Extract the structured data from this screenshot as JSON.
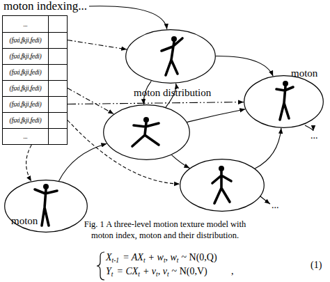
{
  "diagram": {
    "caption": "Fig. 1 A three-level motion texture model with moton index, moton and their distribution.",
    "nodes": [
      {
        "text": [
          "moton indexing...",
          "...",
          "(fsxi,fkji,fedi)",
          "(fsxi,fkji,fedi)",
          "(fsxi,fkji,fedi)",
          "(fsxi,fkji,fedi)",
          "(fsxi,fkji,fedi)",
          "(fsxi,fkji,fedi)",
          "..."
        ]
      },
      {
        "text": []
      },
      {
        "text": [
          "moton"
        ]
      },
      {
        "text": []
      },
      {
        "text": []
      },
      {
        "text": [
          "moton"
        ]
      }
    ],
    "edges": [
      {
        "from": 0,
        "to": 1,
        "arrow": "to"
      },
      {
        "from": 0,
        "to": 1,
        "arrow": "to"
      },
      {
        "from": 0,
        "to": 3,
        "arrow": "to"
      },
      {
        "from": 0,
        "to": 2,
        "arrow": "to"
      },
      {
        "from": 0,
        "to": 4,
        "arrow": "to"
      },
      {
        "from": 0,
        "to": 5,
        "arrow": "to"
      },
      {
        "from": 1,
        "to": 2,
        "arrow": "to"
      },
      {
        "from": 1,
        "to": 3,
        "arrow": "to"
      },
      {
        "from": 3,
        "to": 1,
        "arrow": "to"
      },
      {
        "from": 3,
        "to": 2,
        "arrow": "to"
      },
      {
        "from": 3,
        "to": 4,
        "arrow": "to"
      },
      {
        "from": 5,
        "to": 3,
        "arrow": "to"
      },
      {
        "from": 4,
        "to": 2,
        "arrow": "to"
      }
    ],
    "labels": [
      "moton distribution",
      "...",
      "...",
      "X",
      "t-1",
      "= AX",
      "t",
      "+ w",
      "t",
      ", w",
      "t",
      "~ N(0,Q)",
      "Y",
      "t",
      "= CX",
      "t",
      "+ v",
      "t",
      ", v",
      "t",
      "~ N(0,V)",
      ",",
      "(1)"
    ]
  }
}
